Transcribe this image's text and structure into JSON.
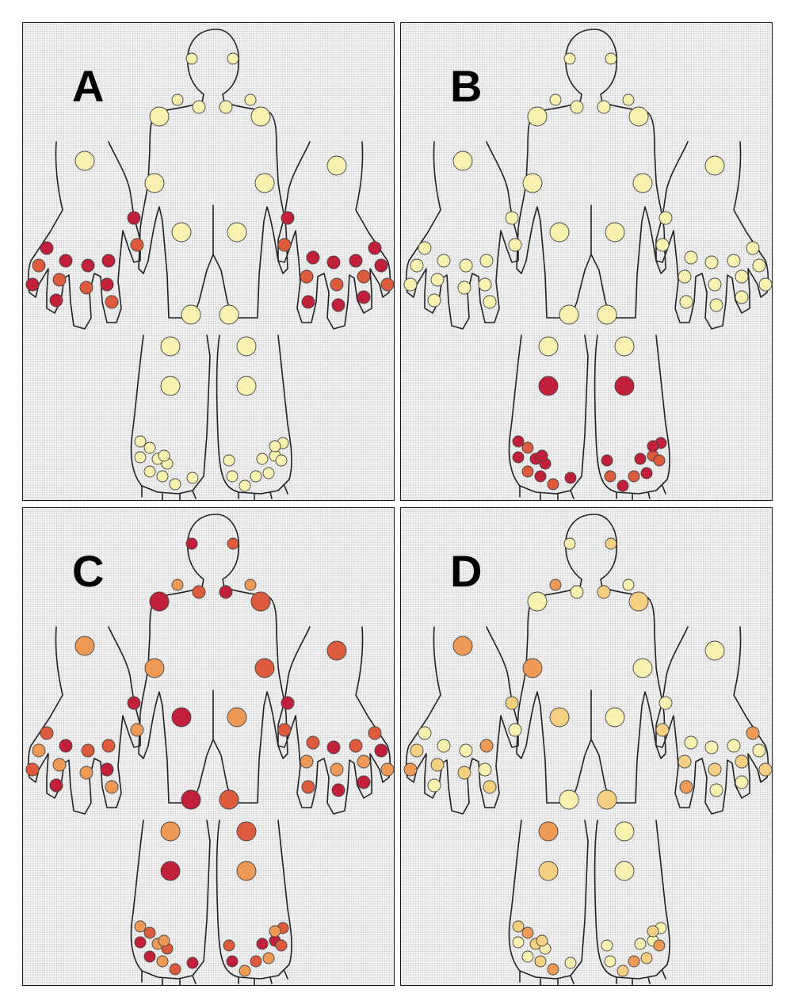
{
  "panels": [
    {
      "id": "a",
      "label": "A",
      "mode": "hands"
    },
    {
      "id": "b",
      "label": "B",
      "mode": "feet"
    },
    {
      "id": "c",
      "label": "C",
      "mode": "mixed"
    },
    {
      "id": "d",
      "label": "D",
      "mode": "mild"
    }
  ],
  "colors": {
    "pale": "#f8f1b0",
    "light": "#f5cf82",
    "medium": "#ee9a56",
    "high": "#dd5a3c",
    "severe": "#c11f3a"
  }
}
